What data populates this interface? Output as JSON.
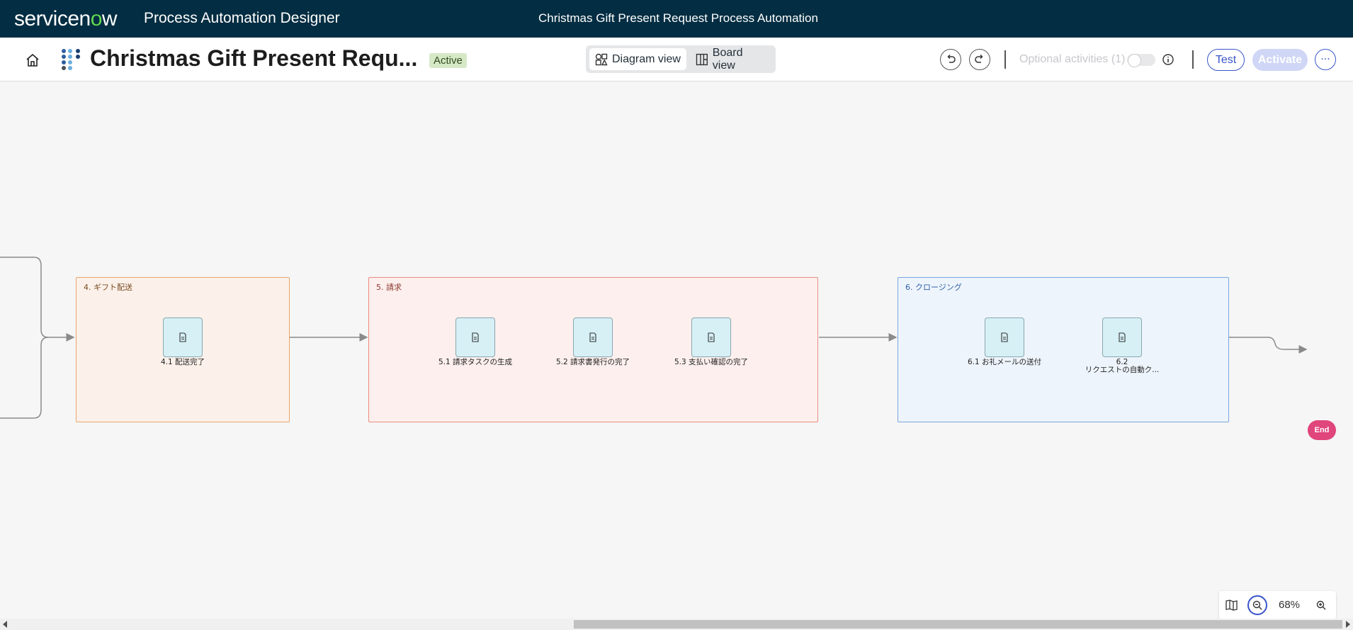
{
  "topbar": {
    "logo_pre": "servicen",
    "logo_o": "o",
    "logo_post": "w",
    "app_name": "Process Automation Designer",
    "title": "Christmas Gift Present Request Process Automation"
  },
  "header": {
    "process_title": "Christmas Gift Present Requ...",
    "status": "Active",
    "views": {
      "diagram": "Diagram view",
      "board": "Board view"
    },
    "optional_activities": "Optional activities (1)",
    "test_label": "Test",
    "activate_label": "Activate"
  },
  "lanes": [
    {
      "title": "4. ギフト配送",
      "color": "#e8a56e",
      "activities": [
        {
          "label": "4.1 配送完了"
        }
      ]
    },
    {
      "title": "5. 請求",
      "color": "#ec8c80",
      "activities": [
        {
          "label": "5.1 請求タスクの生成"
        },
        {
          "label": "5.2 請求書発行の完了"
        },
        {
          "label": "5.3 支払い確認の完了"
        }
      ]
    },
    {
      "title": "6. クロージング",
      "color": "#7aa7e0",
      "activities": [
        {
          "label": "6.1 お礼メールの送付"
        },
        {
          "label": "6.2",
          "label2": "リクエストの自動ク..."
        }
      ]
    }
  ],
  "end_label": "End",
  "zoom": {
    "level": "68%"
  },
  "colors": {
    "topbar": "#032d42",
    "accent": "#3955c9",
    "activity_fill": "#d6f0f5",
    "end_node": "#e0457b"
  }
}
